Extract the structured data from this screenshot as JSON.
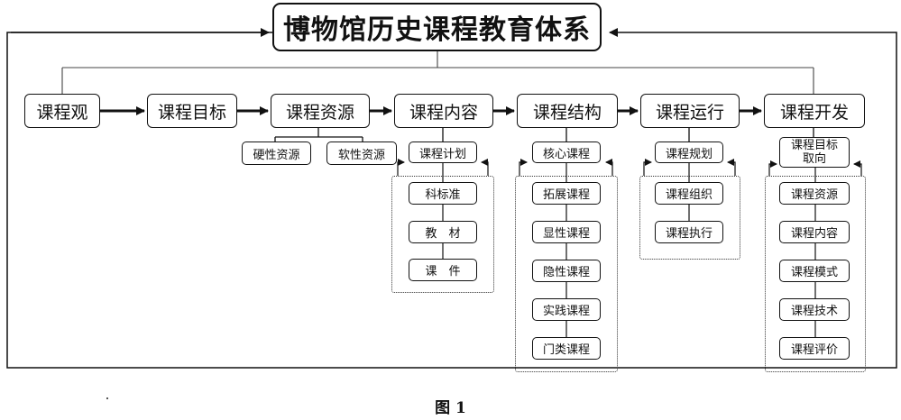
{
  "title": "博物馆历史课程教育体系",
  "caption": "图 1",
  "main_nodes": [
    {
      "label": "课程观"
    },
    {
      "label": "课程目标"
    },
    {
      "label": "课程资源"
    },
    {
      "label": "课程内容"
    },
    {
      "label": "课程结构"
    },
    {
      "label": "课程运行"
    },
    {
      "label": "课程开发"
    }
  ],
  "resources": [
    "硬性资源",
    "软性资源"
  ],
  "content": {
    "head": "课程计划",
    "items": [
      "科标准",
      "教　材",
      "课　件"
    ]
  },
  "structure": {
    "head": "核心课程",
    "items": [
      "拓展课程",
      "显性课程",
      "隐性课程",
      "实践课程",
      "门类课程"
    ]
  },
  "operation": {
    "head": "课程规划",
    "items": [
      "课程组织",
      "课程执行"
    ]
  },
  "development": {
    "head": "课程目标取向",
    "items": [
      "课程资源",
      "课程内容",
      "课程模式",
      "课程技术",
      "课程评价"
    ]
  }
}
